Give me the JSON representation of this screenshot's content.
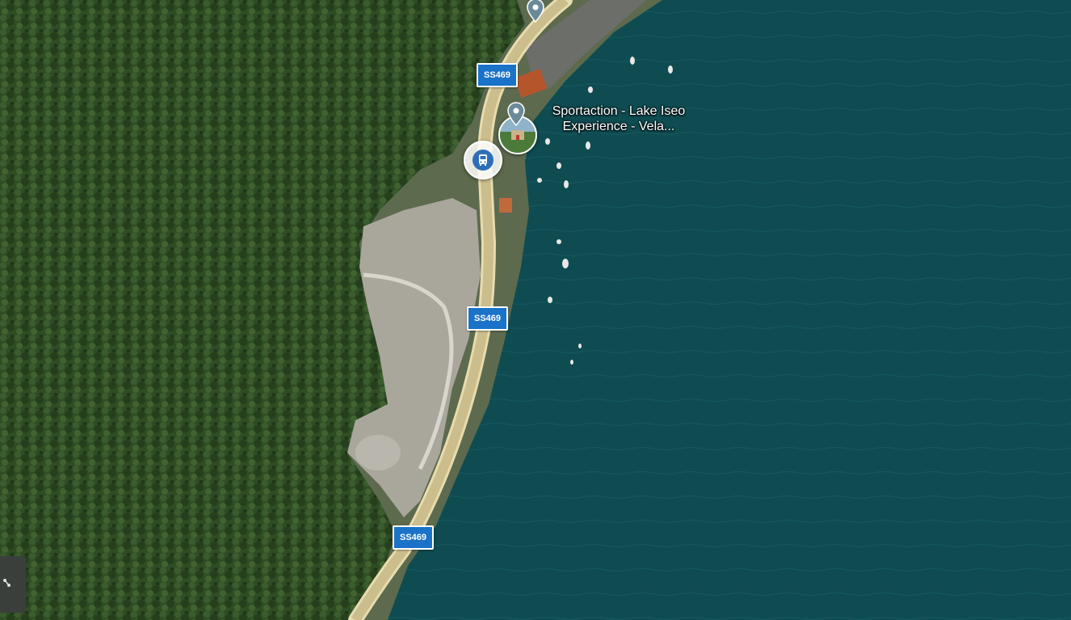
{
  "map": {
    "view": "satellite",
    "colors": {
      "water": "#0f4c52",
      "forest": "#2d4a23",
      "road": "#cbbd8c",
      "shield": "#1a73c8",
      "transit": "#2c6fb8"
    }
  },
  "road_shields": [
    {
      "label": "SS469"
    },
    {
      "label": "SS469"
    },
    {
      "label": "SS469"
    }
  ],
  "poi": {
    "name_line1": "Sportaction - Lake Iseo",
    "name_line2": "Experience - Vela...",
    "icon": "place-pin-icon"
  },
  "transit": {
    "icon": "bus-stop-icon"
  },
  "controls": {
    "layer_icon": "layers-icon"
  }
}
